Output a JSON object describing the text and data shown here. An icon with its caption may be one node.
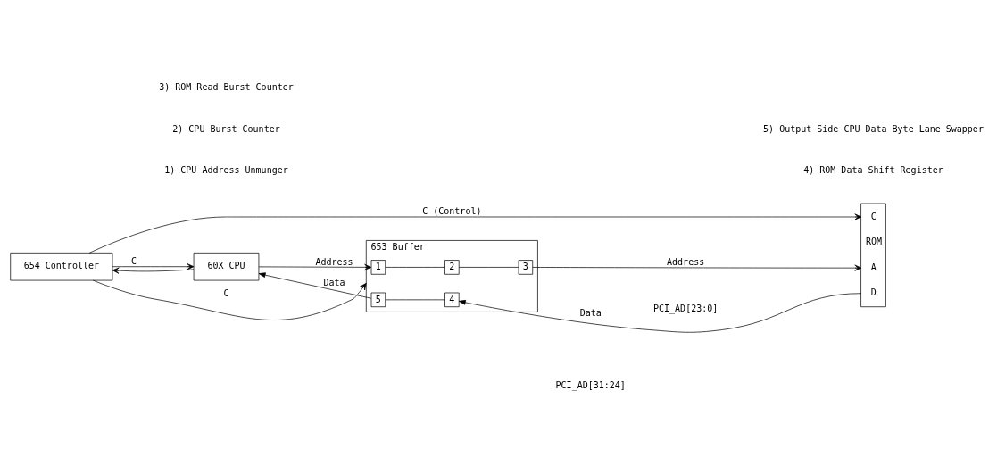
{
  "diagram": {
    "nodes": [
      {
        "text": [
          "654 Controller"
        ]
      },
      {
        "text": [
          "60X CPU"
        ]
      },
      {
        "text": [
          "653 Buffer"
        ]
      },
      {
        "text": [
          "1"
        ],
        "in": 2
      },
      {
        "text": [
          "2"
        ],
        "in": 2
      },
      {
        "text": [
          "3"
        ],
        "in": 2
      },
      {
        "text": [
          "5"
        ],
        "in": 2
      },
      {
        "text": [
          "4"
        ],
        "in": 2
      },
      {
        "text": [
          "C",
          "ROM",
          "A",
          "D"
        ]
      }
    ],
    "edges": [
      {
        "from": 0,
        "to": 8,
        "arrow": "to",
        "label": "C (Control)"
      },
      {
        "from": 0,
        "to": 1,
        "arrow": "to",
        "label": "C"
      },
      {
        "from": 0,
        "to": 2,
        "arrow": "to",
        "label": "C"
      },
      {
        "from": 1,
        "to": 3,
        "arrow": "to",
        "label": "Address"
      },
      {
        "from": 1,
        "to": 0,
        "arrow": "to"
      },
      {
        "from": 3,
        "to": 4,
        "arrow": "none"
      },
      {
        "from": 4,
        "to": 5,
        "arrow": "none"
      },
      {
        "from": 5,
        "to": 8,
        "arrow": "to",
        "label": "Address"
      },
      {
        "from": 8,
        "to": 7,
        "arrow": "to",
        "label": "Data"
      },
      {
        "from": 7,
        "to": 6,
        "arrow": "none"
      },
      {
        "from": 6,
        "to": 1,
        "arrow": "to",
        "label": "Data"
      }
    ],
    "labels": [
      "PCI_AD[23:0]",
      "PCI_AD[31:24]",
      "1) CPU Address Unmunger",
      "4) ROM Data Shift Register",
      "2) CPU Burst Counter",
      "5) Output Side CPU Data Byte Lane Swapper",
      "3) ROM Read Burst Counter"
    ]
  }
}
